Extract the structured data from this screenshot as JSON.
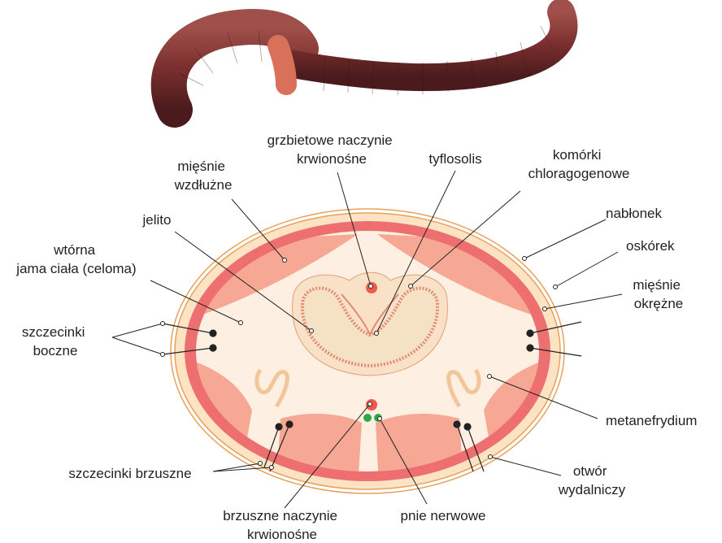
{
  "labels": {
    "grzbietowe": [
      "grzbietowe naczynie",
      "krwionośne"
    ],
    "miesnie_wzdluzne": [
      "mięśnie",
      "wzdłużne"
    ],
    "tyflosolis": [
      "tyflosolis"
    ],
    "komorki": [
      "komórki",
      "chloragogenowe"
    ],
    "nablonek": [
      "nabłonek"
    ],
    "jelito": [
      "jelito"
    ],
    "oskorek": [
      "oskórek"
    ],
    "wtorna": [
      "wtórna",
      "jama ciała (celoma)"
    ],
    "miesnie_okrezne": [
      "mięśnie",
      "okrężne"
    ],
    "szczecinki_boczne": [
      "szczecinki",
      "boczne"
    ],
    "metanefrydium": [
      "metanefrydium"
    ],
    "szczecinki_brzuszne": [
      "szczecinki brzuszne"
    ],
    "otwor": [
      "otwór",
      "wydalniczy"
    ],
    "brzuszne": [
      "brzuszne naczynie",
      "krwionośne"
    ],
    "pnie": [
      "pnie nerwowe"
    ]
  },
  "colors": {
    "epidermis": "#fbe3c4",
    "outline": "#e8a15a",
    "circular_muscle": "#ee6f6f",
    "longitudinal_muscle": "#f6a894",
    "coelom": "#fdf0e2",
    "gut": "#f8e6cf",
    "gut_wall": "#e48a73",
    "dorsal_vessel": "#ef5a4f",
    "nerve": "#2fa84a",
    "worm": "#7a2f2e"
  }
}
